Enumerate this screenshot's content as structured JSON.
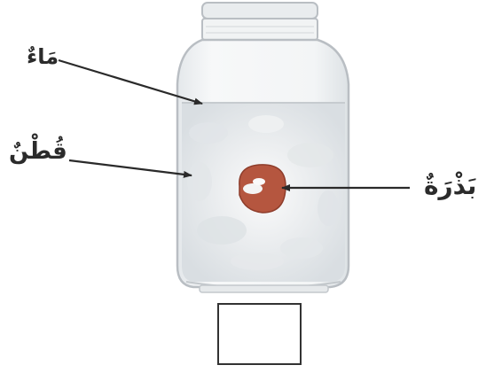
{
  "labels": {
    "water": "مَاءٌ",
    "cotton": "قُطْنٌ",
    "seed": "بَذْرَةٌ"
  },
  "answer_box": {
    "value": ""
  },
  "colors": {
    "jar_outline": "#b9bec3",
    "jar_body": "#eef1f3",
    "cotton": "#dfe3e6",
    "seed": "#b5563f",
    "seed_sprout": "#f4f4f4",
    "arrow": "#2a2a2a"
  }
}
